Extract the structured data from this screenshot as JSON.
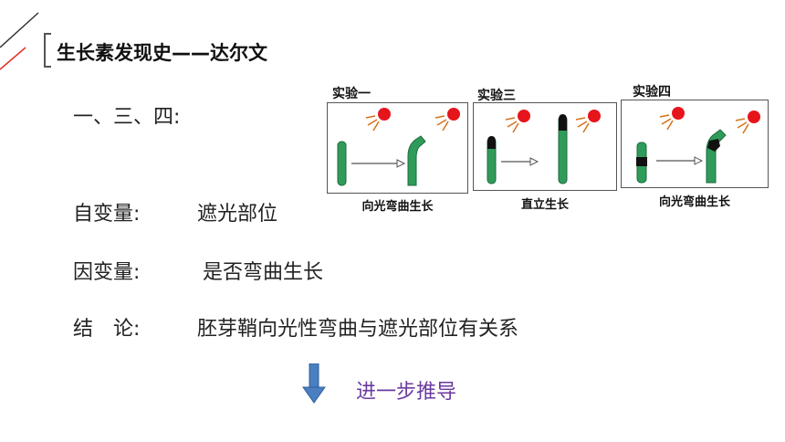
{
  "header": {
    "title": "生长素发现史——达尔文"
  },
  "content": {
    "experiments_line": "一、三、四:",
    "independent_label": "自变量:",
    "independent_value": "遮光部位",
    "dependent_label": "因变量:",
    "dependent_value": "是否弯曲生长",
    "conclusion_label": "结　论:",
    "conclusion_value": "胚芽鞘向光性弯曲与遮光部位有关系",
    "next_step": "进一步推导"
  },
  "experiments": [
    {
      "title": "实验一",
      "caption": "向光弯曲生长"
    },
    {
      "title": "实验三",
      "caption": "直立生长"
    },
    {
      "title": "实验四",
      "caption": "向光弯曲生长"
    }
  ],
  "colors": {
    "accent_red": "#e53024",
    "sun_red": "#e6151b",
    "plant_green": "#2f9b5a",
    "arrow_blue": "#4a7fc1",
    "next_step_purple": "#6a3aa0"
  },
  "icons": [
    "sun-icon",
    "down-arrow-icon",
    "right-arrow-icon"
  ]
}
